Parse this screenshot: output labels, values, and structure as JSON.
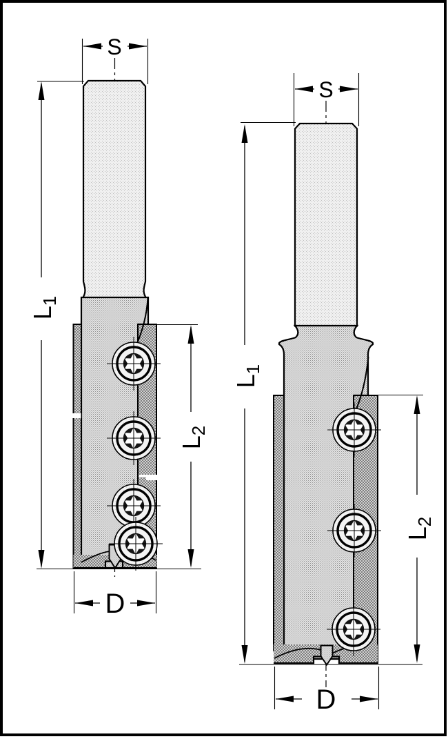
{
  "drawing": {
    "type": "technical-diagram",
    "subject": "Two insert-knife straight router bits (side view) with dimension annotations",
    "background_color": "#ffffff",
    "line_color": "#000000",
    "fill_colors": {
      "shank": "#ededed",
      "body": "#dedede",
      "insert_plate": "#b0b0b0",
      "screw_head": "#f3f3f3",
      "screw_core": "#141414"
    },
    "tools": [
      {
        "name": "left router bit",
        "screw_count": 4,
        "labels": {
          "shank_diameter": "S",
          "length_letter": "L",
          "overall_length_sub": "1",
          "cutting_length_sub": "2",
          "cutting_diameter": "D"
        }
      },
      {
        "name": "right router bit",
        "screw_count": 3,
        "labels": {
          "shank_diameter": "S",
          "length_letter": "L",
          "overall_length_sub": "1",
          "cutting_length_sub": "2",
          "cutting_diameter": "D"
        }
      }
    ]
  }
}
